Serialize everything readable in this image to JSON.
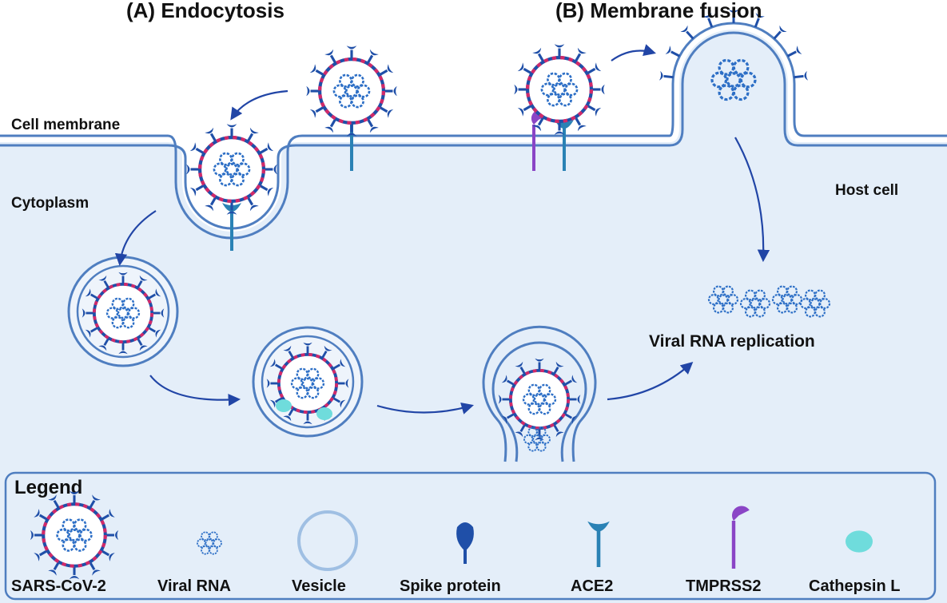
{
  "titles": {
    "endocytosis": "(A) Endocytosis",
    "fusion": "(B) Membrane fusion"
  },
  "labels": {
    "cell_membrane": "Cell membrane",
    "cytoplasm": "Cytoplasm",
    "host_cell": "Host cell",
    "rna_replication": "Viral RNA replication"
  },
  "legend": {
    "title": "Legend",
    "items": [
      {
        "label": "SARS-CoV-2",
        "icon": "virus-icon"
      },
      {
        "label": "Viral RNA",
        "icon": "viral-rna-icon"
      },
      {
        "label": "Vesicle",
        "icon": "vesicle-icon"
      },
      {
        "label": "Spike protein",
        "icon": "spike-protein-icon"
      },
      {
        "label": "ACE2",
        "icon": "ace2-icon"
      },
      {
        "label": "TMPRSS2",
        "icon": "tmprss2-icon"
      },
      {
        "label": "Cathepsin L",
        "icon": "cathepsin-l-icon"
      }
    ]
  },
  "colors": {
    "background": "#ffffff",
    "cytoplasm": "#e4eef9",
    "membrane": "#4f7ec0",
    "spike": "#1f4fa8",
    "virus_envelope": "#d12a6a",
    "rna": "#2d6fc6",
    "ace2": "#2a82b5",
    "tmprss2": "#8a45c6",
    "cathepsin": "#6fdcdc",
    "arrow": "#2145a6"
  }
}
